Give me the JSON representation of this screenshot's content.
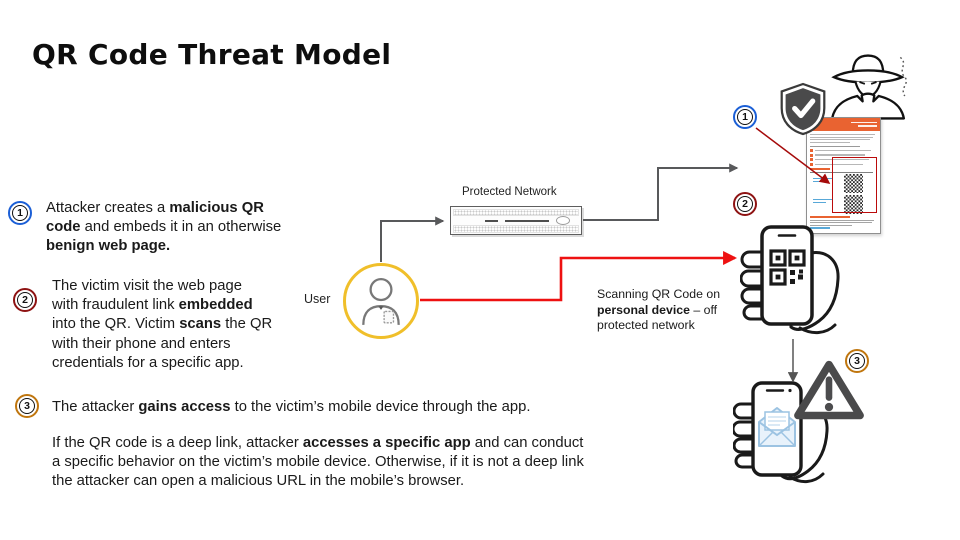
{
  "title": "QR Code Threat Model",
  "steps": [
    {
      "num": "1",
      "color": "#1b5fd6",
      "segments": [
        {
          "t": "Attacker creates a "
        },
        {
          "t": "malicious QR",
          "b": 1
        },
        {
          "br": 1
        },
        {
          "t": "code",
          "b": 1
        },
        {
          "t": " and embeds it in an otherwise"
        },
        {
          "br": 1
        },
        {
          "t": "benign web page.",
          "b": 1
        }
      ]
    },
    {
      "num": "2",
      "color": "#8e1212",
      "segments": [
        {
          "t": "The victim visit the web page"
        },
        {
          "br": 1
        },
        {
          "t": "with fraudulent link "
        },
        {
          "t": "embedded",
          "b": 1
        },
        {
          "br": 1
        },
        {
          "t": "into the QR. Victim "
        },
        {
          "t": "scans",
          "b": 1
        },
        {
          "t": " the QR"
        },
        {
          "br": 1
        },
        {
          "t": "with their phone and enters"
        },
        {
          "br": 1
        },
        {
          "t": "credentials for a specific app."
        }
      ]
    },
    {
      "num": "3",
      "color": "#c0760e",
      "segments": [
        {
          "t": "The attacker "
        },
        {
          "t": "gains access",
          "b": 1
        },
        {
          "t": " to the victim’s mobile device through the app."
        }
      ]
    }
  ],
  "footnote": {
    "segments": [
      {
        "t": "If the QR code is a deep link, attacker "
      },
      {
        "t": "accesses a specific app",
        "b": 1
      },
      {
        "t": " and can conduct"
      },
      {
        "br": 1
      },
      {
        "t": "a specific behavior on the victim’s mobile device. Otherwise, if it is not a deep link"
      },
      {
        "br": 1
      },
      {
        "t": "the attacker can open a malicious URL in the mobile’s browser."
      }
    ]
  },
  "diagram": {
    "protected_network_label": "Protected Network",
    "user_label": "User",
    "scan_note": {
      "segments": [
        {
          "t": "Scanning QR Code on"
        },
        {
          "br": 1
        },
        {
          "t": "personal device",
          "b": 1
        },
        {
          "t": " – off"
        },
        {
          "br": 1
        },
        {
          "t": "protected network"
        }
      ]
    },
    "markers": [
      {
        "num": "1",
        "color": "#1b5fd6"
      },
      {
        "num": "2",
        "color": "#8e1212"
      },
      {
        "num": "3",
        "color": "#c0760e"
      }
    ],
    "icons": {
      "shield": "shield-check-icon",
      "attacker": "attacker-spy-icon",
      "user": "user-person-icon",
      "router": "network-router-icon",
      "webpage": "webpage-with-qr-thumbnail",
      "qr_highlight": "qr-highlight-box",
      "phone_scan": "phone-scanning-qr-icon",
      "phone_mail": "phone-compromised-mail-icon",
      "warning": "warning-triangle-icon"
    }
  },
  "colors": {
    "connector_gray": "#58595b",
    "connector_red": "#ee1111",
    "annotation_dark_red": "#a50a0a",
    "marker_blue": "#1b5fd6",
    "marker_maroon": "#8e1212",
    "marker_orange": "#c0760e",
    "user_ring_yellow": "#f0bf2a",
    "webpage_orange": "#e96331",
    "qr_highlight_red": "#bb0b0b",
    "icon_dark_gray": "#4a4a4b"
  }
}
